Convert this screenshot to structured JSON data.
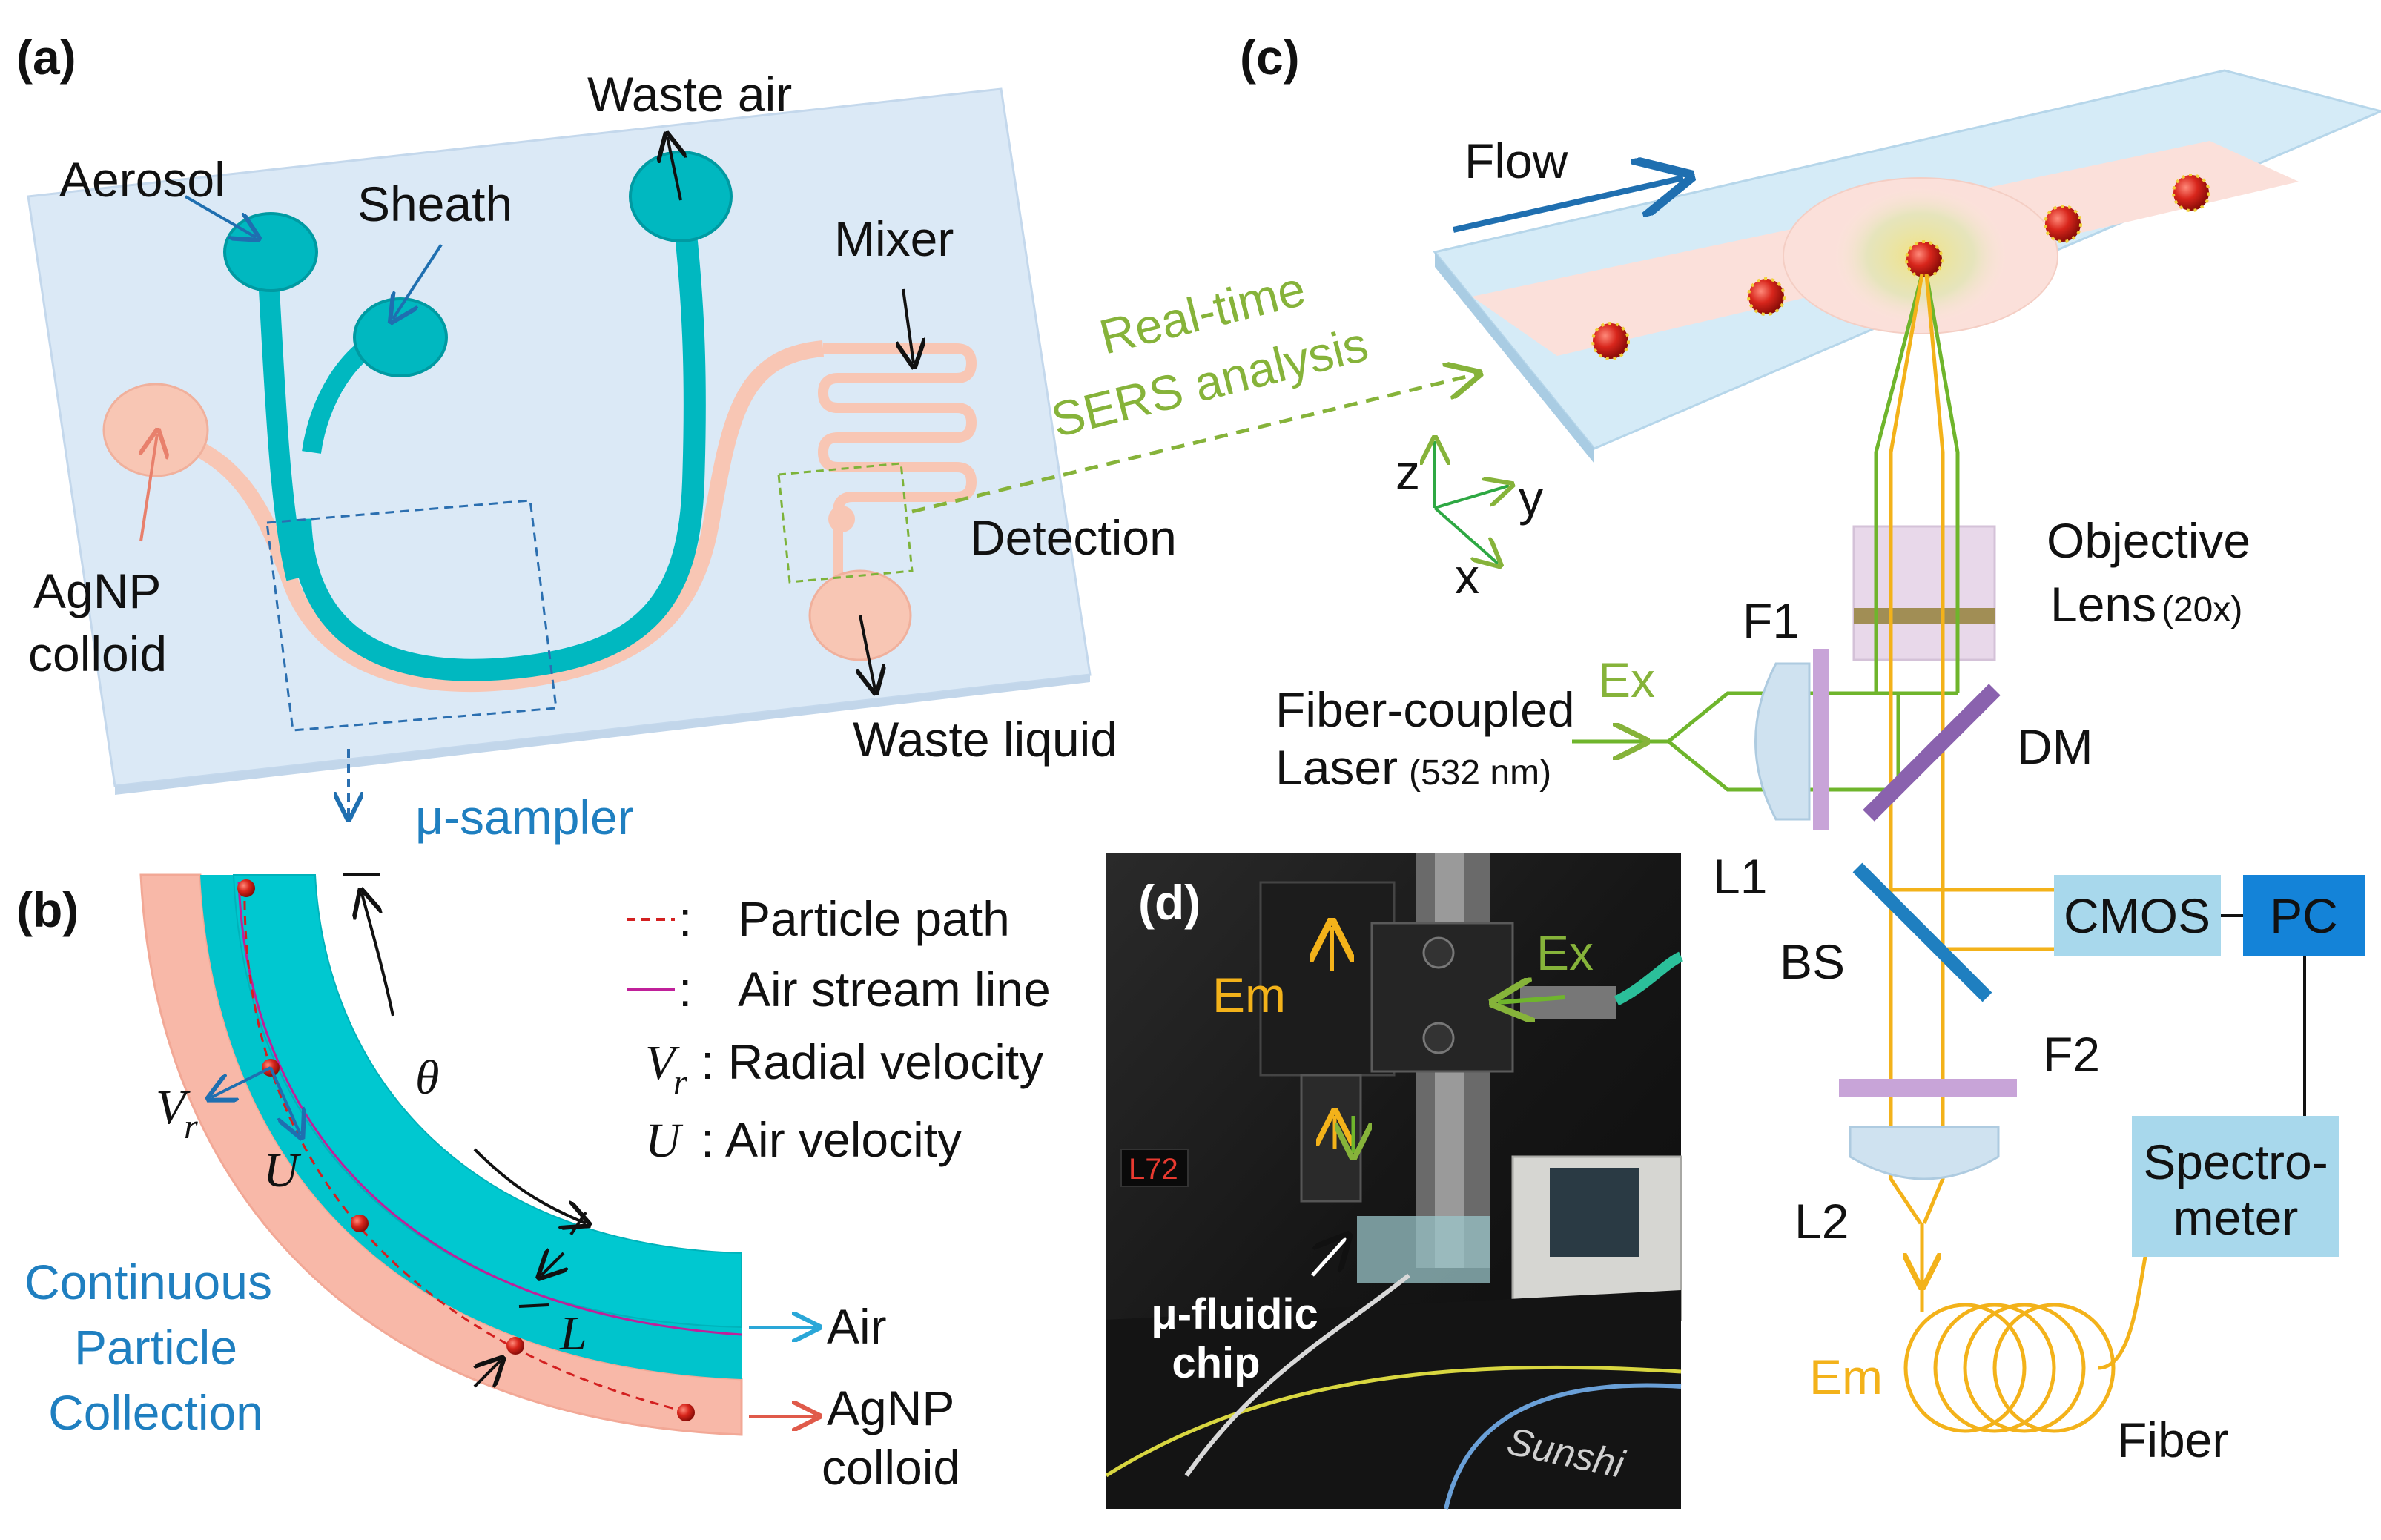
{
  "panels": {
    "a": "(a)",
    "b": "(b)",
    "c": "(c)",
    "d": "(d)"
  },
  "panel_a": {
    "aerosol": "Aerosol",
    "sheath": "Sheath",
    "waste_air": "Waste air",
    "mixer": "Mixer",
    "agnp_colloid_line1": "AgNP",
    "agnp_colloid_line2": "colloid",
    "detection": "Detection",
    "waste_liquid": "Waste liquid",
    "u_sampler": "μ-sampler",
    "realtime_line1": "Real-time",
    "realtime_line2": "SERS analysis"
  },
  "panel_b": {
    "legend": [
      {
        "symbol": "- - - :",
        "text": "Particle path"
      },
      {
        "symbol": "——— :",
        "text": "Air stream line"
      },
      {
        "symbol": "V",
        "sub": "r",
        "text": ": Radial velocity"
      },
      {
        "symbol": "U",
        "text": ": Air velocity"
      }
    ],
    "theta": "θ",
    "vr": "V",
    "vr_sub": "r",
    "u": "U",
    "l": "L",
    "air": "Air",
    "agnp_line1": "AgNP",
    "agnp_line2": "colloid",
    "continuous_line1": "Continuous",
    "continuous_line2": "Particle",
    "continuous_line3": "Collection"
  },
  "panel_c": {
    "flow": "Flow",
    "axis_z": "z",
    "axis_y": "y",
    "axis_x": "x",
    "objective_line1": "Objective",
    "objective_line2": "Lens",
    "objective_mag": "(20x)",
    "f1": "F1",
    "ex": "Ex",
    "laser_line1": "Fiber-coupled",
    "laser_line2": "Laser",
    "laser_wavelength": "(532 nm)",
    "dm": "DM",
    "l1": "L1",
    "bs": "BS",
    "cmos": "CMOS",
    "pc": "PC",
    "f2": "F2",
    "l2": "L2",
    "spectrometer_line1": "Spectro-",
    "spectrometer_line2": "meter",
    "em": "Em",
    "fiber": "Fiber"
  },
  "panel_d": {
    "em": "Em",
    "ex": "Ex",
    "chip_line1": "μ-fluidic",
    "chip_line2": "chip",
    "display": "L72",
    "brand": "Sunshi"
  },
  "colors": {
    "channel_air": "#00c0c8",
    "channel_dark": "#00a9b0",
    "channel_colloid": "#f8c6b4",
    "chip_bg": "#dbe9f6",
    "blue_text": "#1f7fc0",
    "green_text": "#86b33a",
    "orange_beam": "#f3b21a",
    "green_beam": "#6fb52c",
    "component_box": "#a8d8ec",
    "pc_box": "#1483d8"
  }
}
